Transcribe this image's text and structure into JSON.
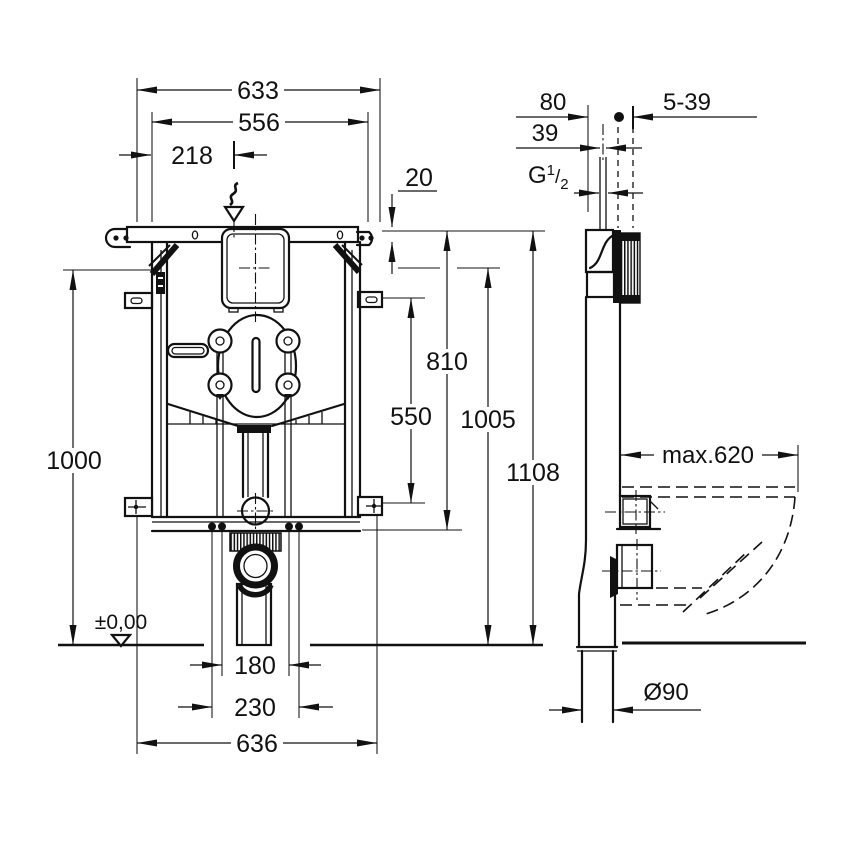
{
  "drawing": {
    "title": "concealed cistern frame installation drawing",
    "views": [
      "front",
      "side"
    ],
    "colors": {
      "line": "#111111",
      "background": "#ffffff"
    },
    "labels": {
      "width_overall": "633",
      "width_frame": "556",
      "supply_offset": "218",
      "flange_height": "20",
      "height_frame": "1000",
      "height_810": "810",
      "height_550": "550",
      "height_1005": "1005",
      "height_overall": "1108",
      "outlet_width": "180",
      "bracket_width": "230",
      "base_width": "636",
      "floor_level": "±0,00",
      "depth_80": "80",
      "depth_39": "39",
      "wall_range": "5-39",
      "thread_g": "G",
      "thread_num": "1",
      "thread_slash": "/",
      "thread_den": "2",
      "bowl_depth": "max.620",
      "outlet_dia": "Ø90"
    }
  }
}
